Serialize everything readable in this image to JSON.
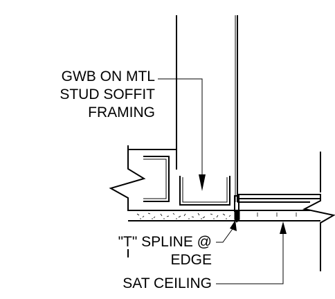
{
  "callouts": {
    "gwb": {
      "lines": [
        "GWB ON MTL",
        "STUD SOFFIT",
        "FRAMING"
      ]
    },
    "spline": {
      "lines": [
        "\"T\" SPLINE @",
        "EDGE"
      ]
    },
    "sat": {
      "lines": [
        "SAT CEILING"
      ]
    }
  },
  "icons": {
    "break_left": "break-line-icon",
    "break_right": "break-line-icon",
    "arrows": "leader-arrow-icon"
  },
  "colors": {
    "ink": "#000000",
    "background": "#ffffff"
  }
}
